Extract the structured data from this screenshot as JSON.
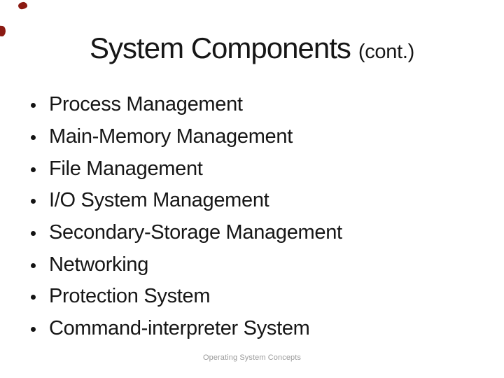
{
  "slide": {
    "title": "System Components",
    "title_suffix": "(cont.)",
    "bullets": [
      {
        "text": "Process Management"
      },
      {
        "text": "Main-Memory Management"
      },
      {
        "text": "File Management"
      },
      {
        "text": "I/O System Management"
      },
      {
        "text": "Secondary-Storage Management"
      },
      {
        "text": "Networking"
      },
      {
        "text": "Protection System"
      },
      {
        "text": "Command-interpreter System"
      }
    ],
    "footer": "Operating System Concepts"
  },
  "colors": {
    "background": "#ffffff",
    "text": "#161616",
    "footer_text": "#9b9b9b",
    "ink_mark_red": "#8b1a12"
  }
}
